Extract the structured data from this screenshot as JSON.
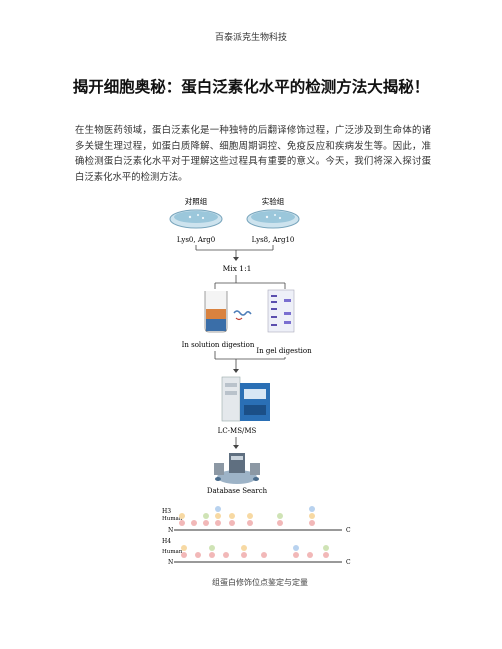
{
  "header": {
    "company": "百泰派克生物科技"
  },
  "article": {
    "title": "揭开细胞奥秘：蛋白泛素化水平的检测方法大揭秘！",
    "paragraph": "在生物医药领域，蛋白泛素化是一种独特的后翻译修饰过程，广泛涉及到生命体的诸多关键生理过程，如蛋白质降解、细胞周期调控、免疫反应和疾病发生等。因此，准确检测蛋白泛素化水平对于理解这些过程具有重要的意义。今天，我们将深入探讨蛋白泛素化水平的检测方法。"
  },
  "figure": {
    "control_label": "对照组",
    "experiment_label": "实验组",
    "control_isotopes": "Lys0, Arg0",
    "experiment_isotopes": "Lys8, Arg10",
    "mix_label": "Mix 1:1",
    "solution_label": "In solution digestion",
    "gel_label": "In gel digestion",
    "instrument_label": "LC-MS/MS",
    "database_label": "Database Search",
    "h3_label": "H3",
    "h4_label": "H4",
    "human_label": "Human",
    "n_label": "N",
    "c_label": "C",
    "caption": "组蛋白修饰位点鉴定与定量",
    "colors": {
      "control_dish": "#8fbfd6",
      "experiment_dish": "#8fbfd6",
      "instrument": "#2a6fb5"
    }
  }
}
